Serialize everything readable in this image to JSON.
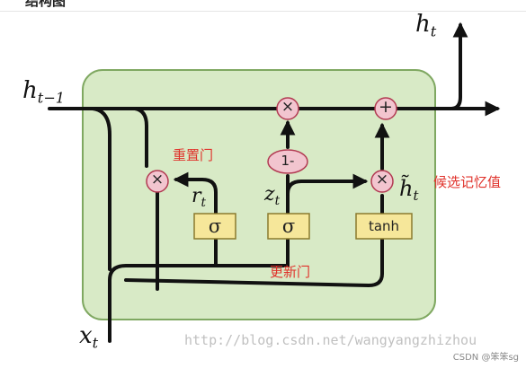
{
  "header": {
    "title": "结构图"
  },
  "labels": {
    "h_prev": "h",
    "h_prev_sub": "t−1",
    "h_out": "h",
    "h_out_sub": "t",
    "x_in": "x",
    "x_in_sub": "t",
    "r": "r",
    "r_sub": "t",
    "z": "z",
    "z_sub": "t",
    "h_cand": "h̃",
    "h_cand_sub": "t"
  },
  "annotations": {
    "reset_gate": "重置门",
    "update_gate": "更新门",
    "candidate": "候选记忆值"
  },
  "gates": {
    "sigma_reset": "σ",
    "sigma_update": "σ",
    "tanh": "tanh"
  },
  "ops": {
    "multiply_reset": "×",
    "multiply_top": "×",
    "add_top": "+",
    "multiply_candidate": "×",
    "one_minus": "1-"
  },
  "watermark": "http://blog.csdn.net/wangyangzhizhou",
  "footer": "CSDN @笨笨sg",
  "colors": {
    "cell_fill": "#d8eac6",
    "cell_border": "#7fa861",
    "op_fill": "#f2c5cf",
    "gate_fill": "#f6e79a",
    "annotation": "#e0312a"
  }
}
